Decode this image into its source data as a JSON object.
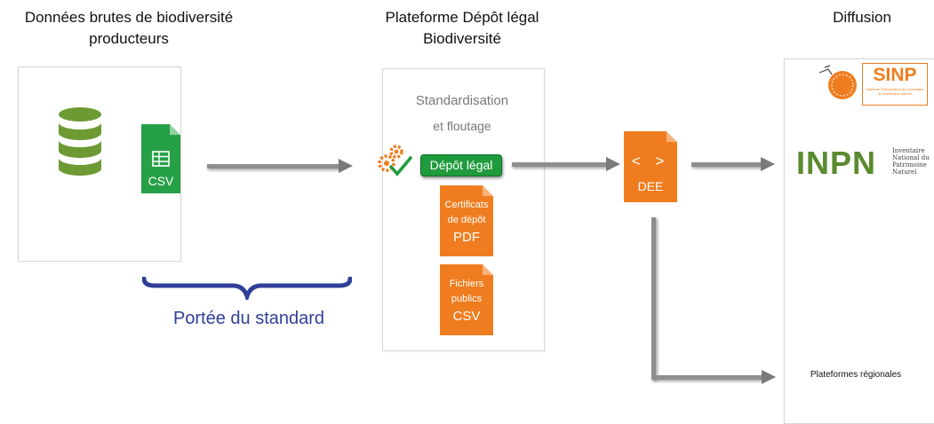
{
  "headings": {
    "left_line1": "Données brutes de biodiversité",
    "left_line2": "producteurs",
    "mid_line1": "Plateforme Dépôt légal",
    "mid_line2": "Biodiversité",
    "right": "Diffusion"
  },
  "left_panel": {
    "csv_label": "CSV"
  },
  "scope_label": "Portée du standard",
  "platform": {
    "standardisation_line1": "Standardisation",
    "standardisation_line2": "et floutage",
    "depot_button": "Dépôt légal",
    "certificats": {
      "line1": "Certificats",
      "line2": "de dépôt",
      "format": "PDF"
    },
    "fichiers": {
      "line1": "Fichiers",
      "line2": "publics",
      "format": "CSV"
    }
  },
  "dee": {
    "code": "< >",
    "label": "DEE"
  },
  "diffusion": {
    "sinp_logo": "SINP",
    "sinp_sub": "Système d'information de l'inventaire du Patrimoine naturel",
    "inpn_logo": "INPN",
    "inpn_sub1": "Inventaire",
    "inpn_sub2": "National du",
    "inpn_sub3": "Patrimoine",
    "inpn_sub4": "Naturel",
    "regional": "Plateformes régionales"
  },
  "colors": {
    "orange": "#ef7d1f",
    "green": "#1f9a3c",
    "db_green": "#6e9a34",
    "csv_green": "#26a047",
    "brace_blue": "#2f3f99"
  },
  "icons": [
    "database-icon",
    "spreadsheet-icon",
    "gears-check-icon",
    "code-icon"
  ]
}
